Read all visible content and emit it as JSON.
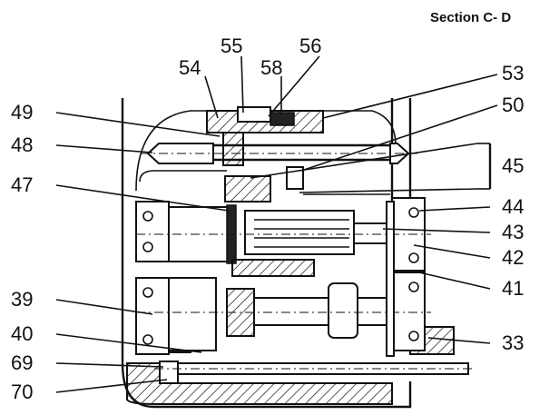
{
  "title": "Section C- D",
  "labels": {
    "l54": "54",
    "l55": "55",
    "l56": "56",
    "l58": "58",
    "l53": "53",
    "l50": "50",
    "l49": "49",
    "l48": "48",
    "l45": "45",
    "l47": "47",
    "l44": "44",
    "l43": "43",
    "l42": "42",
    "l41": "41",
    "l39": "39",
    "l40": "40",
    "l33": "33",
    "l69": "69",
    "l70": "70"
  }
}
